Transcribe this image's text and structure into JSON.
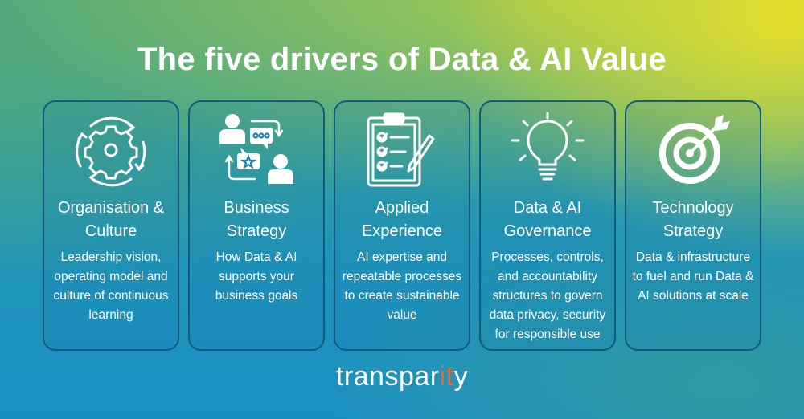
{
  "title": "The five drivers of Data & AI Value",
  "drivers": [
    {
      "icon": "gear-cycle-icon",
      "heading_line1": "Organisation &",
      "heading_line2": "Culture",
      "description": "Leadership vision, operating model and culture of continuous learning"
    },
    {
      "icon": "people-conversation-icon",
      "heading_line1": "Business",
      "heading_line2": "Strategy",
      "description": "How Data & AI supports your business goals"
    },
    {
      "icon": "clipboard-checklist-icon",
      "heading_line1": "Applied",
      "heading_line2": "Experience",
      "description": "AI expertise and repeatable processes to create sustainable value"
    },
    {
      "icon": "lightbulb-icon",
      "heading_line1": "Data & AI",
      "heading_line2": "Governance",
      "description": "Processes, controls, and accountability structures to govern data privacy, security for responsible use"
    },
    {
      "icon": "target-arrow-icon",
      "heading_line1": "Technology",
      "heading_line2": "Strategy",
      "description": "Data & infrastructure to fuel and run Data & AI solutions at scale"
    }
  ],
  "logo": {
    "part1": "transpar",
    "part2": "it",
    "part3": "y",
    "accent_color": "#f0652f"
  }
}
